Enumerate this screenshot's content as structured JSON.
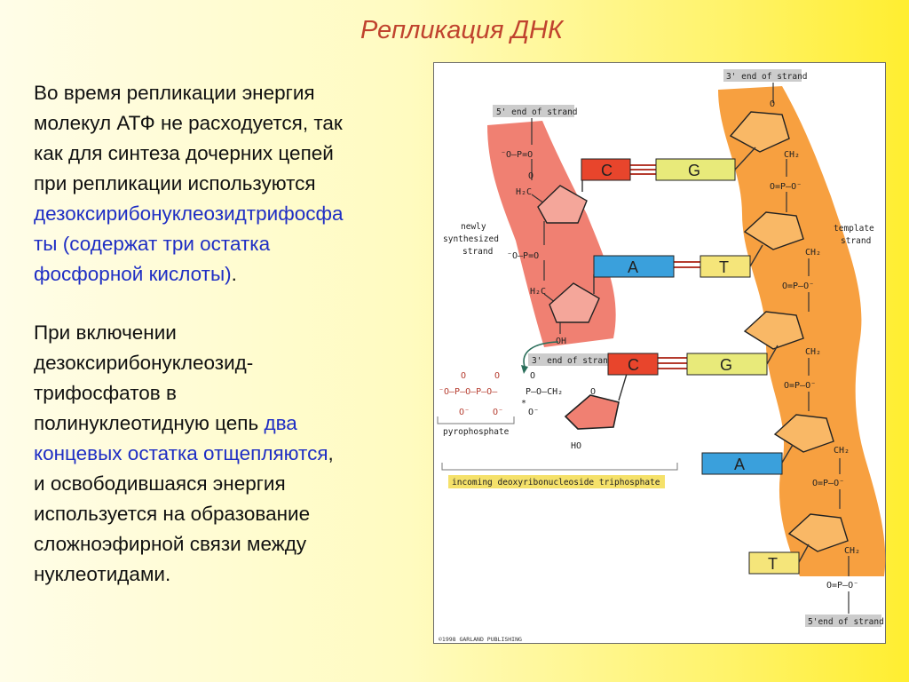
{
  "title": "Репликация ДНК",
  "paragraph1": {
    "line1": "Во время репликации энергия",
    "line2": "молекул АТФ не расходуется, так",
    "line3": "как для синтеза дочерних цепей",
    "line4": "при репликации используются",
    "line5": "дезоксирибонуклеозидтрифосфа",
    "line6": "ты (содержат три остатка",
    "line7": "фосфорной кислоты)",
    "line7_end": "."
  },
  "paragraph2": {
    "line1": "При включении",
    "line2": "дезоксирибонуклеозид-",
    "line3": "трифосфатов в",
    "line4_a": "полинуклеотидную цепь ",
    "line4_b": "два",
    "line5_a": "концевых остатка отщепляются",
    "line5_b": ",",
    "line6": "и освободившаяся энергия",
    "line7": "используется на образование",
    "line8": "сложноэфирной связи между",
    "line9": "нуклеотидами."
  },
  "figure": {
    "label_5_end_top": "5' end of strand",
    "label_3_end_top": "3' end of strand",
    "label_3_end_mid": "3' end of strand",
    "label_5_end_bottom": "5'end of strand",
    "label_newly_1": "newly",
    "label_newly_2": "synthesized",
    "label_newly_3": "strand",
    "label_template_1": "template",
    "label_template_2": "strand",
    "label_pyrophosphate": "pyrophosphate",
    "label_incoming": "incoming deoxyribonucleoside triphosphate",
    "copyright": "©1998 GARLAND PUBLISHING",
    "pairs": [
      {
        "left": "C",
        "right": "G"
      },
      {
        "left": "A",
        "right": "T"
      },
      {
        "left": "C",
        "right": "G"
      }
    ],
    "unpaired": [
      "A",
      "T"
    ],
    "colors": {
      "newly_strand": "#f08072",
      "template_strand": "#f7a040",
      "base_C": "#e8452c",
      "base_G": "#e8ea7a",
      "base_A": "#3aa0dc",
      "base_T": "#f5e57a"
    }
  }
}
